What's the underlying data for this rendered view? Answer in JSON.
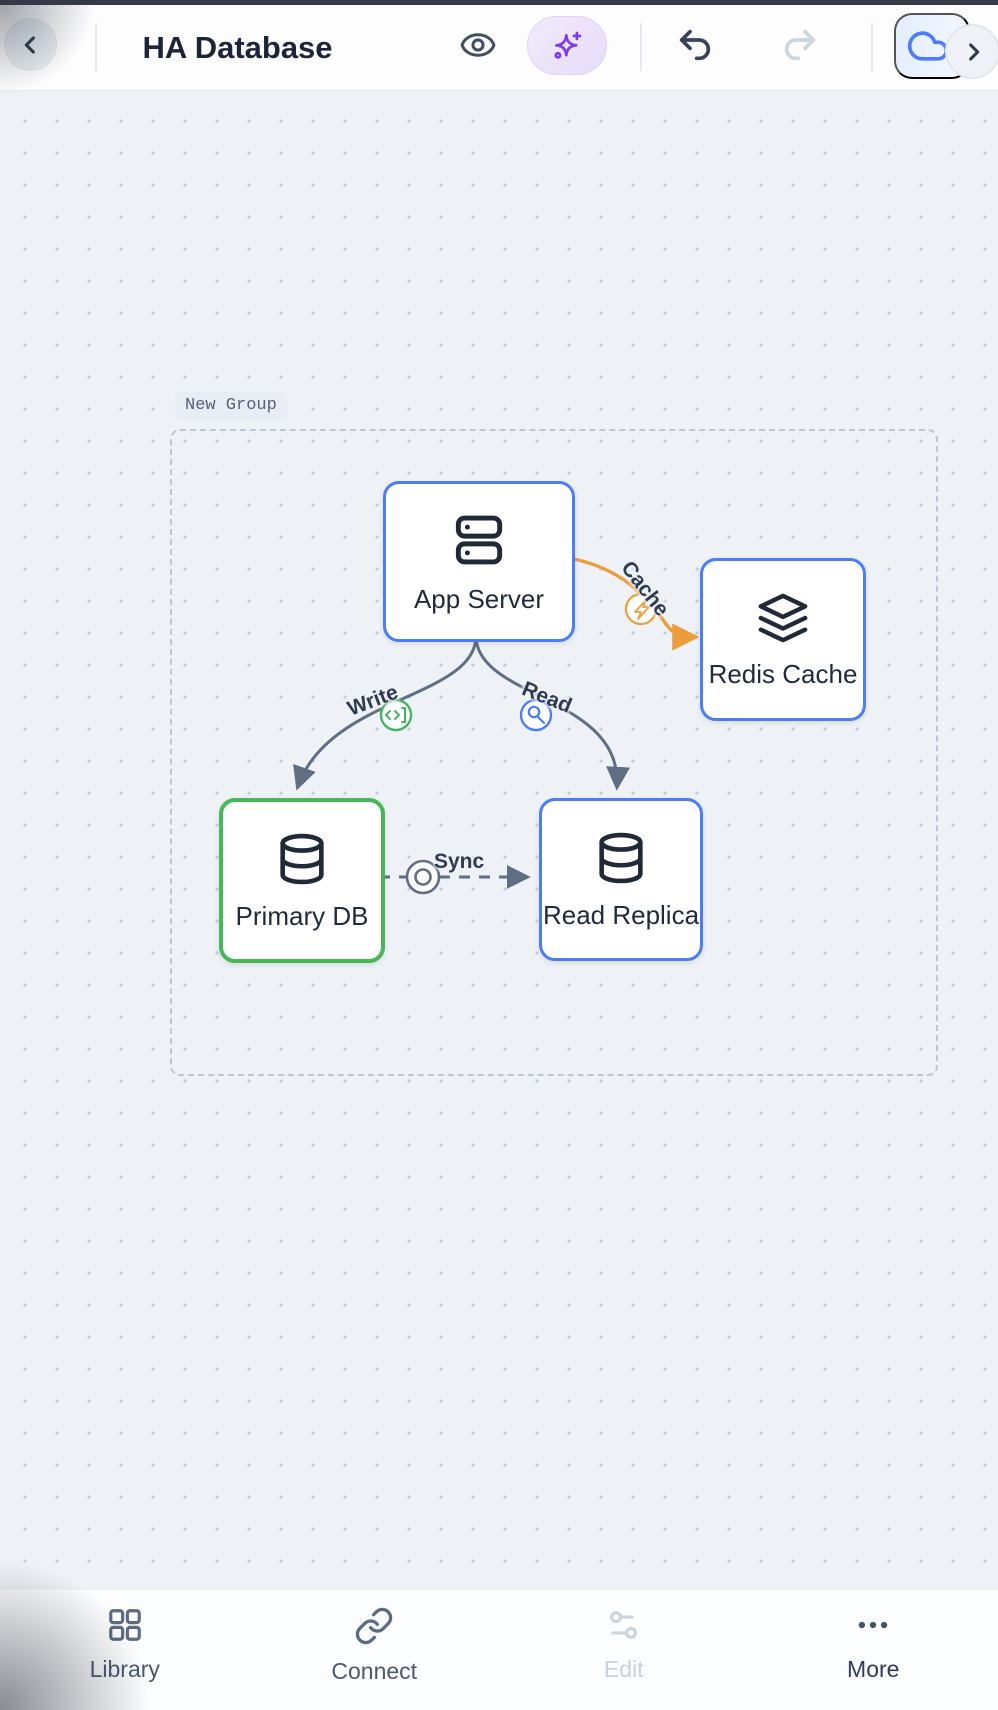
{
  "topbar": {
    "title": "HA Database",
    "back_icon": "chevron-left-icon",
    "view_icon": "eye-icon",
    "ai_icon": "sparkles-icon",
    "undo_icon": "undo-icon",
    "redo_icon": "redo-icon",
    "cloud_icon": "cloud-icon",
    "forward_icon": "chevron-right-icon",
    "ai_accent_color": "#7d3bf0",
    "cloud_accent_color": "#4e7bf7"
  },
  "canvas": {
    "group": {
      "label": "New Group"
    },
    "nodes": [
      {
        "id": "app-server",
        "label": "App Server",
        "icon": "server-icon",
        "border_color": "#4c7df8"
      },
      {
        "id": "redis-cache",
        "label": "Redis Cache",
        "icon": "layers-icon",
        "border_color": "#4c7df8"
      },
      {
        "id": "primary-db",
        "label": "Primary DB",
        "icon": "database-icon",
        "border_color": "#47b757"
      },
      {
        "id": "read-replica",
        "label": "Read Replica",
        "icon": "database-icon",
        "border_color": "#4c7df8"
      }
    ],
    "edges": [
      {
        "from": "app-server",
        "to": "primary-db",
        "label": "Write",
        "badge_icon": "code-icon",
        "badge_color": "#43b45f",
        "line_color": "#5f6e82",
        "style": "solid"
      },
      {
        "from": "app-server",
        "to": "read-replica",
        "label": "Read",
        "badge_icon": "search-icon",
        "badge_color": "#4c7df8",
        "line_color": "#5f6e82",
        "style": "solid"
      },
      {
        "from": "app-server",
        "to": "redis-cache",
        "label": "Cache",
        "badge_icon": "zap-icon",
        "badge_color": "#eb9d3b",
        "line_color": "#eb9d3b",
        "style": "solid"
      },
      {
        "from": "primary-db",
        "to": "read-replica",
        "label": "Sync",
        "badge_icon": "circle-dot-icon",
        "badge_color": "#5f6e82",
        "line_color": "#5f6e82",
        "style": "dashed"
      }
    ]
  },
  "bottombar": {
    "items": [
      {
        "label": "Library",
        "icon": "grid-icon",
        "enabled": true
      },
      {
        "label": "Connect",
        "icon": "link-icon",
        "enabled": true
      },
      {
        "label": "Edit",
        "icon": "sliders-icon",
        "enabled": false
      },
      {
        "label": "More",
        "icon": "ellipsis-icon",
        "enabled": true
      }
    ]
  }
}
